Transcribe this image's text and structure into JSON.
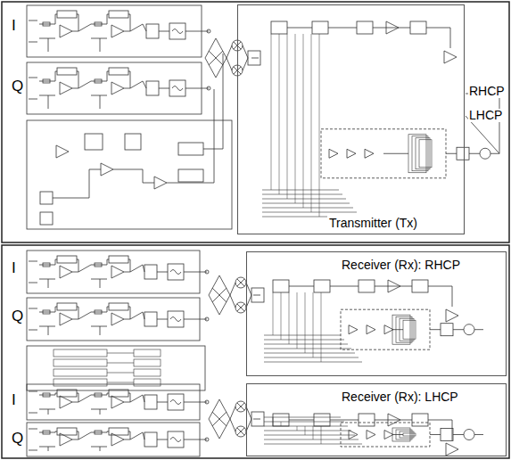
{
  "diagram": {
    "nodes": [
      {
        "text": [
          "Transmitter (Tx)"
        ]
      },
      {
        "text": [
          "Receiver (Rx): RHCP"
        ]
      },
      {
        "text": [
          "Receiver (Rx): LHCP"
        ]
      }
    ],
    "labels": [
      "I",
      "Q",
      "RHCP",
      "LHCP",
      "I",
      "Q",
      "I",
      "Q"
    ]
  }
}
